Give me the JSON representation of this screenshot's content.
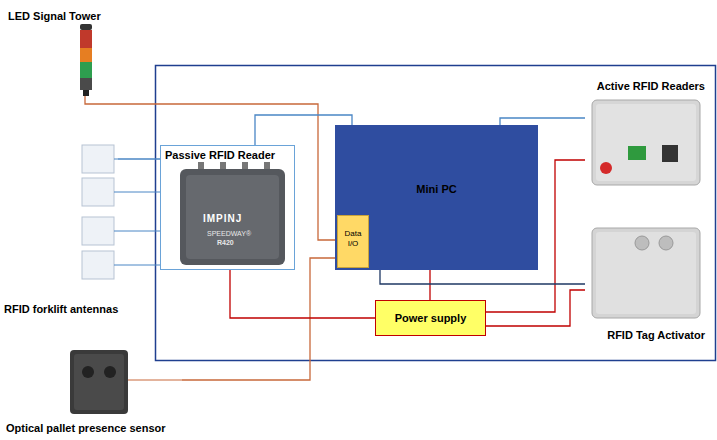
{
  "diagram": {
    "nodes": [
      {
        "text": [
          "LED Signal Tower"
        ]
      },
      {
        "text": [
          "Passive RFID Reader"
        ]
      },
      {
        "text": [
          "Mini PC"
        ]
      },
      {
        "text": [
          "Data I/O"
        ],
        "in": 2
      },
      {
        "text": [
          "Active RFID Readers"
        ]
      },
      {
        "text": [
          "RFID Tag Activator"
        ]
      },
      {
        "text": [
          "Power supply"
        ]
      },
      {
        "text": [
          "RFID forklift antennas"
        ]
      },
      {
        "text": [
          "Optical pallet presence sensor"
        ]
      }
    ],
    "edges": [
      {
        "from": 0,
        "to": 3,
        "arrow": "none"
      },
      {
        "from": 1,
        "to": 2,
        "arrow": "none"
      },
      {
        "from": 2,
        "to": 4,
        "arrow": "none"
      },
      {
        "from": 8,
        "to": 3,
        "arrow": "none"
      },
      {
        "from": 1,
        "to": 6,
        "arrow": "none"
      },
      {
        "from": 6,
        "to": 2,
        "arrow": "none"
      },
      {
        "from": 6,
        "to": 4,
        "arrow": "none"
      },
      {
        "from": 6,
        "to": 5,
        "arrow": "none"
      },
      {
        "from": 2,
        "to": 5,
        "arrow": "none"
      },
      {
        "from": 7,
        "to": 1,
        "arrow": "none"
      }
    ],
    "labels": [
      "IMPINJ",
      "SPEEDWAY®",
      "R420"
    ]
  }
}
